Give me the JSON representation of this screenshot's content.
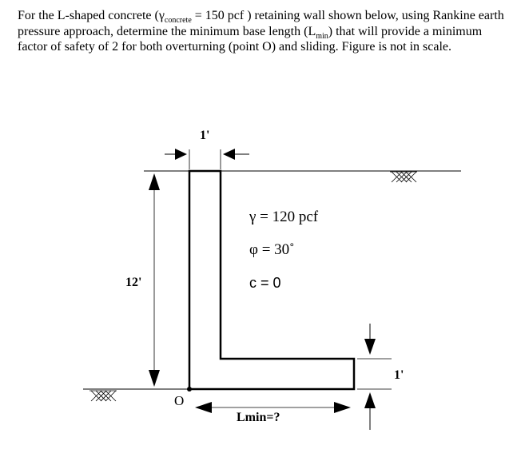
{
  "problem": {
    "t1": "For the L-shaped concrete (",
    "gamma_sym": "γ",
    "gamma_sub": "concrete",
    "t2": " = 150 pcf ) retaining wall shown below, using Rankine earth pressure approach, determine the minimum base length (L",
    "l_sub": "min",
    "t3": ") that will provide a minimum factor of safety of 2 for both overturning (point O) and sliding. Figure is not in scale."
  },
  "figure": {
    "stem_width": "1'",
    "wall_height": "12'",
    "base_thickness": "1'",
    "base_length": "Lmin=?",
    "point_label": "O",
    "soil": {
      "unit_weight": "γ = 120 pcf",
      "friction_angle": "φ = 30˚",
      "cohesion": "c = 0"
    }
  }
}
